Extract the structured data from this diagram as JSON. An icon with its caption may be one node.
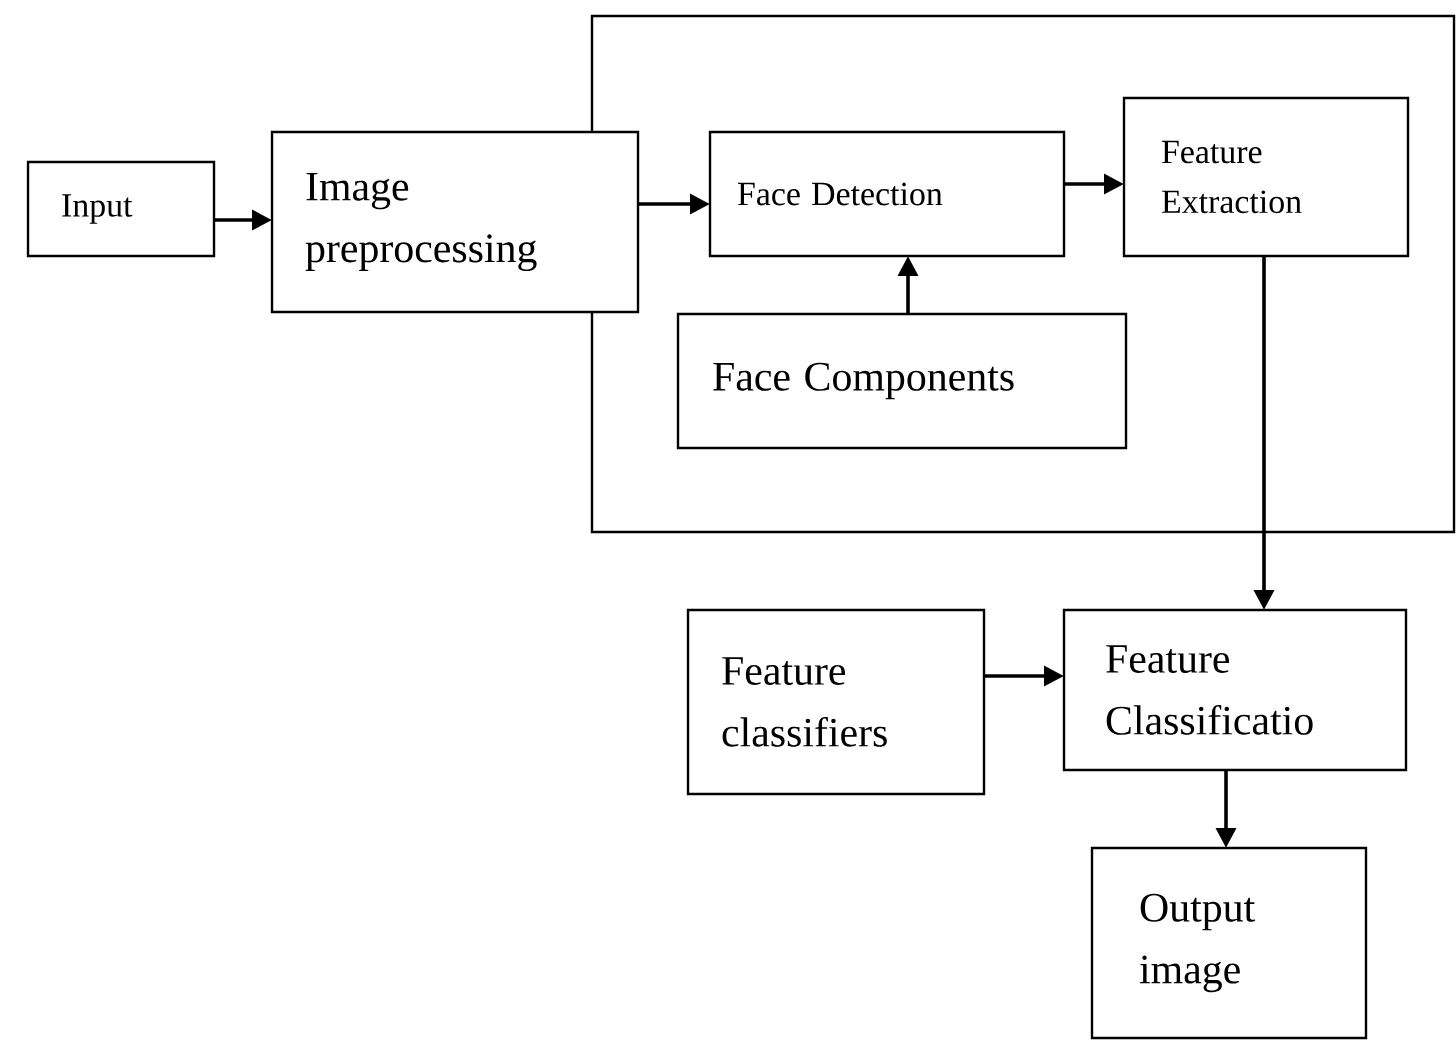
{
  "diagram": {
    "nodes": [
      {
        "text": [
          "Input"
        ]
      },
      {
        "text": [
          "Image preprocessing"
        ]
      },
      {
        "text": [],
        "shape": "box"
      },
      {
        "text": [
          "Face Detection"
        ],
        "in": 2
      },
      {
        "text": [
          "Feature Extraction"
        ],
        "in": 2
      },
      {
        "text": [
          "Face Components"
        ],
        "in": 2
      },
      {
        "text": [
          "Feature classifiers"
        ]
      },
      {
        "text": [
          "Feature Classificatio"
        ]
      },
      {
        "text": [
          "Output image"
        ]
      }
    ],
    "edges": [
      {
        "from": 0,
        "to": 1,
        "arrow": "to"
      },
      {
        "from": 1,
        "to": 3,
        "arrow": "to"
      },
      {
        "from": 3,
        "to": 4,
        "arrow": "to"
      },
      {
        "from": 5,
        "to": 3,
        "arrow": "to"
      },
      {
        "from": 4,
        "to": 7,
        "arrow": "to"
      },
      {
        "from": 6,
        "to": 7,
        "arrow": "to"
      },
      {
        "from": 7,
        "to": 8,
        "arrow": "to"
      }
    ]
  }
}
